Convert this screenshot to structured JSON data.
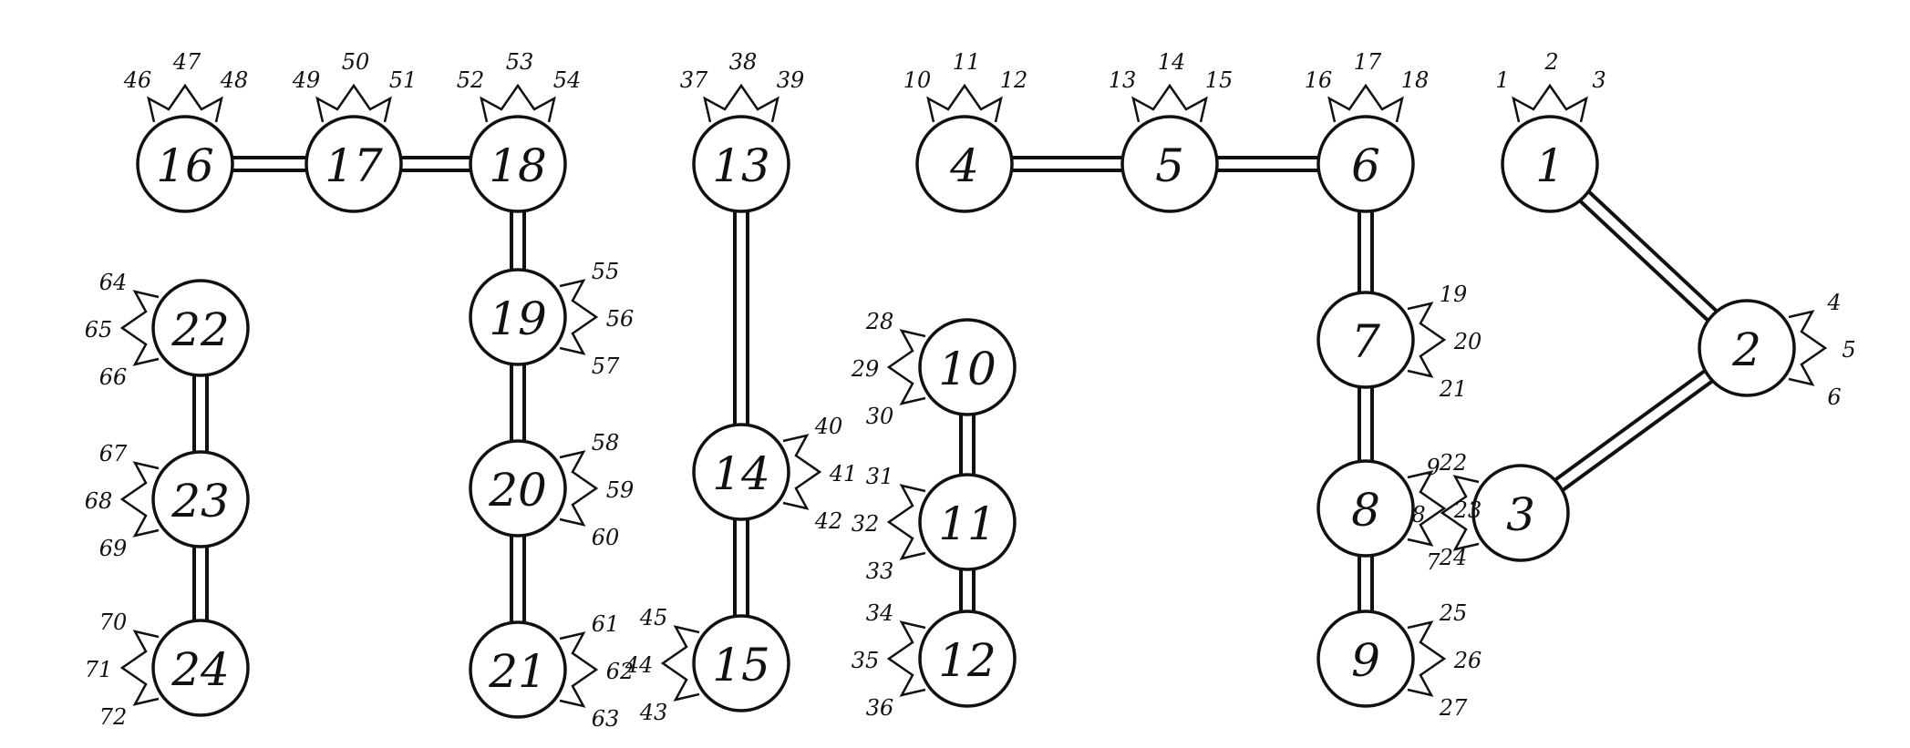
{
  "diagram": {
    "atoms": [
      {
        "id": "1",
        "label": "1",
        "hydrogens": [
          "1",
          "2",
          "3"
        ]
      },
      {
        "id": "2",
        "label": "2",
        "hydrogens": [
          "4",
          "5",
          "6"
        ]
      },
      {
        "id": "3",
        "label": "3",
        "hydrogens": [
          "9",
          "8",
          "7"
        ]
      },
      {
        "id": "4",
        "label": "4",
        "hydrogens": [
          "10",
          "11",
          "12"
        ]
      },
      {
        "id": "5",
        "label": "5",
        "hydrogens": [
          "13",
          "14",
          "15"
        ]
      },
      {
        "id": "6",
        "label": "6",
        "hydrogens": [
          "16",
          "17",
          "18"
        ]
      },
      {
        "id": "7",
        "label": "7",
        "hydrogens": [
          "19",
          "20",
          "21"
        ]
      },
      {
        "id": "8",
        "label": "8",
        "hydrogens": [
          "22",
          "23",
          "24"
        ]
      },
      {
        "id": "9",
        "label": "9",
        "hydrogens": [
          "25",
          "26",
          "27"
        ]
      },
      {
        "id": "10",
        "label": "10",
        "hydrogens": [
          "28",
          "29",
          "30"
        ]
      },
      {
        "id": "11",
        "label": "11",
        "hydrogens": [
          "31",
          "32",
          "33"
        ]
      },
      {
        "id": "12",
        "label": "12",
        "hydrogens": [
          "34",
          "35",
          "36"
        ]
      },
      {
        "id": "13",
        "label": "13",
        "hydrogens": [
          "37",
          "38",
          "39"
        ]
      },
      {
        "id": "14",
        "label": "14",
        "hydrogens": [
          "40",
          "41",
          "42"
        ]
      },
      {
        "id": "15",
        "label": "15",
        "hydrogens": [
          "45",
          "44",
          "43"
        ]
      },
      {
        "id": "16",
        "label": "16",
        "hydrogens": [
          "46",
          "47",
          "48"
        ]
      },
      {
        "id": "17",
        "label": "17",
        "hydrogens": [
          "49",
          "50",
          "51"
        ]
      },
      {
        "id": "18",
        "label": "18",
        "hydrogens": [
          "52",
          "53",
          "54"
        ]
      },
      {
        "id": "19",
        "label": "19",
        "hydrogens": [
          "55",
          "56",
          "57"
        ]
      },
      {
        "id": "20",
        "label": "20",
        "hydrogens": [
          "58",
          "59",
          "60"
        ]
      },
      {
        "id": "21",
        "label": "21",
        "hydrogens": [
          "61",
          "62",
          "63"
        ]
      },
      {
        "id": "22",
        "label": "22",
        "hydrogens": [
          "64",
          "65",
          "66"
        ]
      },
      {
        "id": "23",
        "label": "23",
        "hydrogens": [
          "67",
          "68",
          "69"
        ]
      },
      {
        "id": "24",
        "label": "24",
        "hydrogens": [
          "70",
          "71",
          "72"
        ]
      }
    ],
    "bonds": [
      [
        "1",
        "2"
      ],
      [
        "2",
        "3"
      ],
      [
        "4",
        "5"
      ],
      [
        "5",
        "6"
      ],
      [
        "6",
        "7"
      ],
      [
        "7",
        "8"
      ],
      [
        "8",
        "9"
      ],
      [
        "10",
        "11"
      ],
      [
        "11",
        "12"
      ],
      [
        "13",
        "14"
      ],
      [
        "14",
        "15"
      ],
      [
        "16",
        "17"
      ],
      [
        "17",
        "18"
      ],
      [
        "18",
        "19"
      ],
      [
        "19",
        "20"
      ],
      [
        "20",
        "21"
      ],
      [
        "22",
        "23"
      ],
      [
        "23",
        "24"
      ]
    ]
  }
}
